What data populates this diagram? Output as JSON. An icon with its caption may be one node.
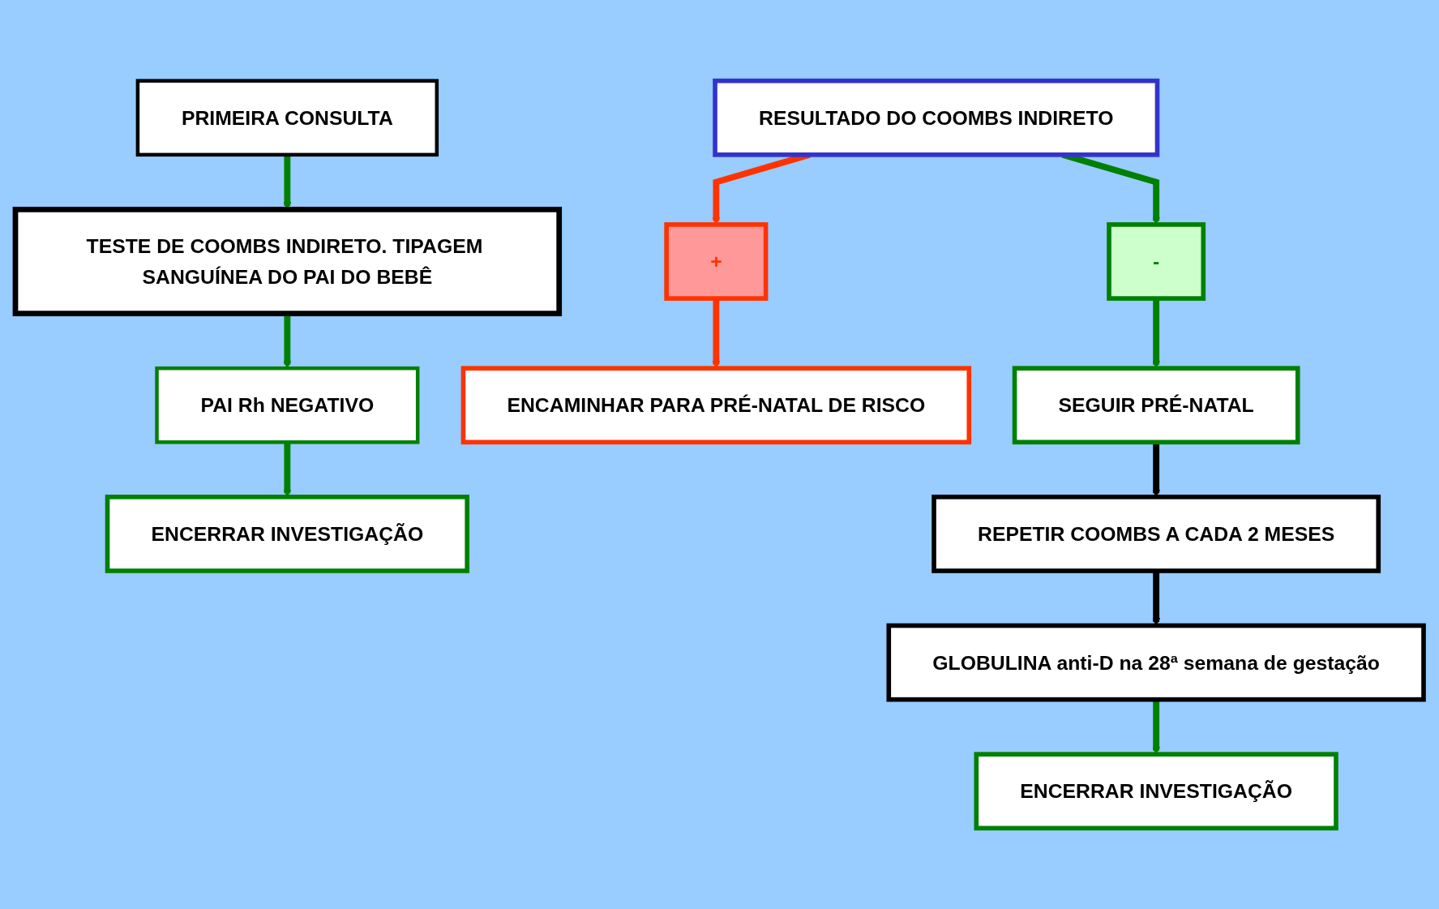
{
  "diagram": {
    "nodes": [
      {
        "text": [
          "PRIMEIRA CONSULTA"
        ]
      },
      {
        "text": [
          "TESTE DE COOMBS INDIRETO. TIPAGEM SANGUÍNEA DO PAI DO BEBÊ"
        ]
      },
      {
        "text": [
          "PAI Rh NEGATIVO"
        ]
      },
      {
        "text": [
          "ENCERRAR INVESTIGAÇÃO"
        ]
      },
      {
        "text": [
          "RESULTADO DO COOMBS INDIRETO"
        ]
      },
      {
        "text": [
          "+"
        ]
      },
      {
        "text": [
          "-"
        ]
      },
      {
        "text": [
          "ENCAMINHAR PARA PRÉ-NATAL DE RISCO"
        ]
      },
      {
        "text": [
          "SEGUIR PRÉ-NATAL"
        ]
      },
      {
        "text": [
          "REPETIR COOMBS A CADA 2 MESES"
        ]
      },
      {
        "text": [
          "GLOBULINA anti-D na 28ª semana de gestação"
        ]
      },
      {
        "text": [
          "ENCERRAR INVESTIGAÇÃO"
        ]
      }
    ],
    "edges": [
      {
        "from": 0,
        "to": 1,
        "arrow": "to"
      },
      {
        "from": 1,
        "to": 2,
        "arrow": "to"
      },
      {
        "from": 2,
        "to": 3,
        "arrow": "to"
      },
      {
        "from": 4,
        "to": 5,
        "arrow": "to",
        "color": "#ff3300"
      },
      {
        "from": 5,
        "to": 7,
        "arrow": "to",
        "color": "#ff3300"
      },
      {
        "from": 4,
        "to": 6,
        "arrow": "to"
      },
      {
        "from": 6,
        "to": 8,
        "arrow": "to"
      },
      {
        "from": 8,
        "to": 9,
        "arrow": "to",
        "color": "#000000"
      },
      {
        "from": 9,
        "to": 10,
        "arrow": "to",
        "color": "#000000"
      },
      {
        "from": 10,
        "to": 11,
        "arrow": "to"
      }
    ]
  }
}
